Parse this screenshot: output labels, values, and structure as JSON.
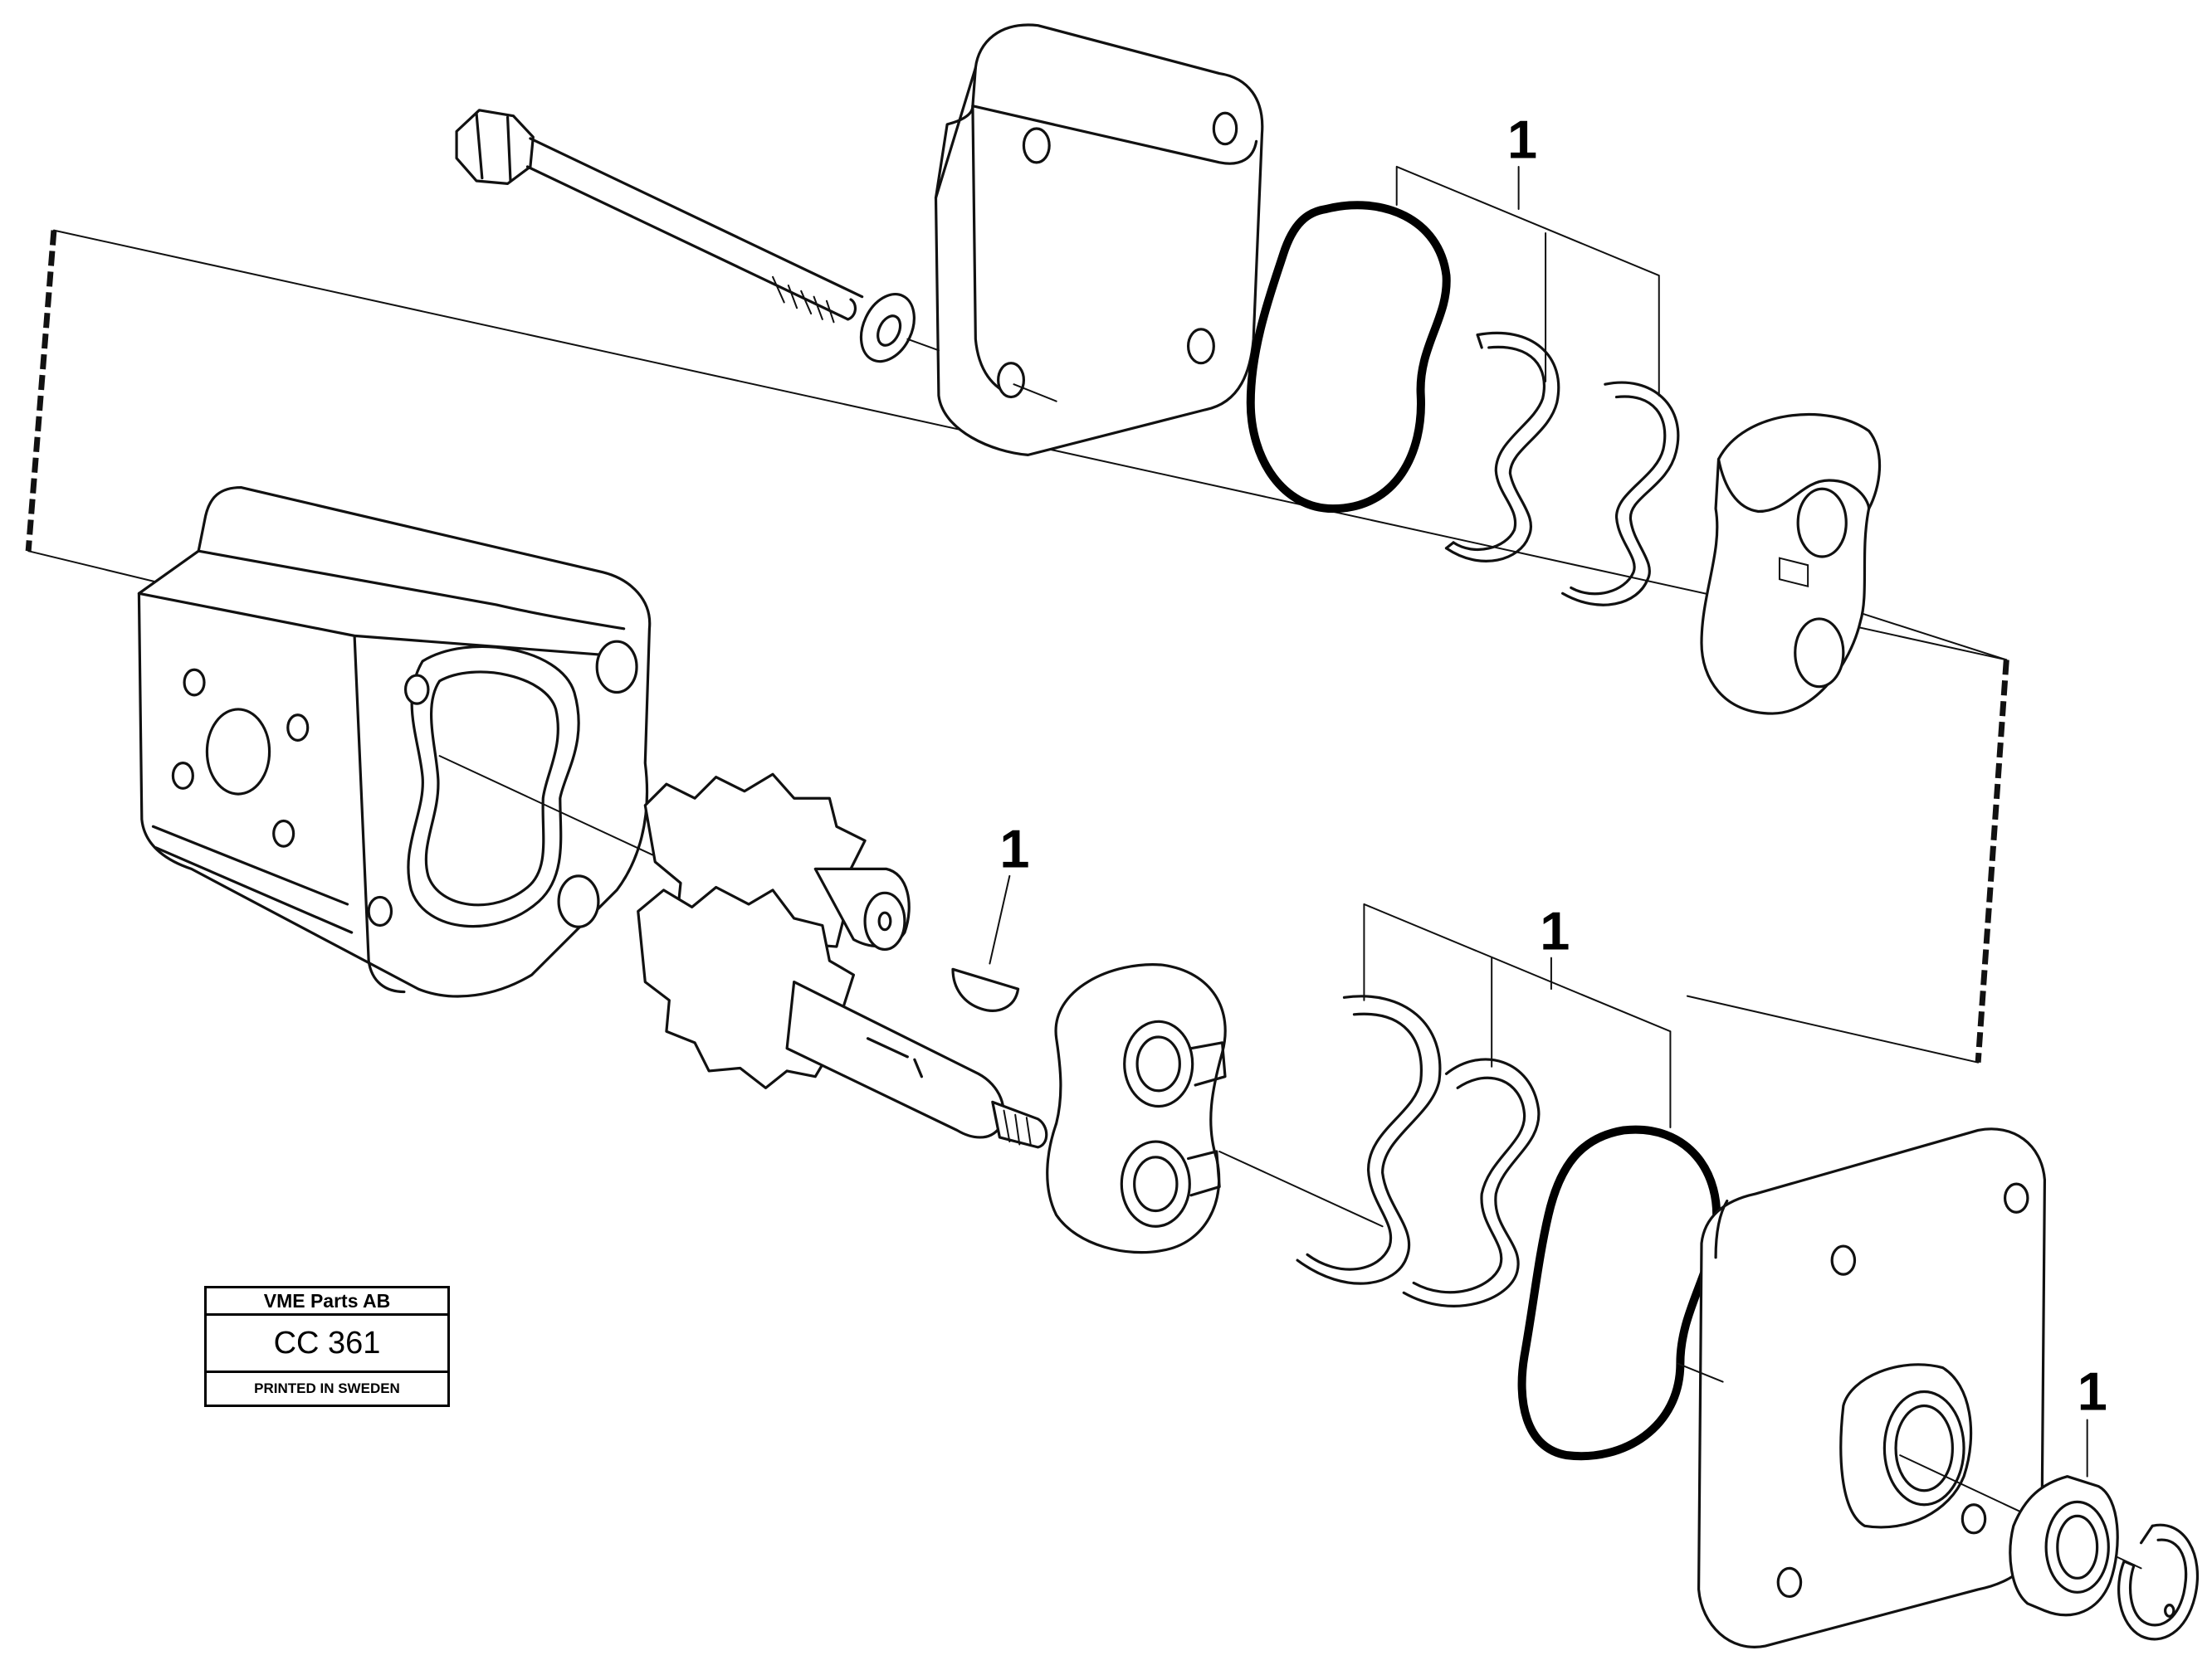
{
  "stamp": {
    "company": "VME Parts AB",
    "code": "CC 361",
    "printed": "PRINTED IN SWEDEN"
  },
  "callouts": {
    "seal_kit_top": "1",
    "key": "1",
    "seal_kit_bottom": "1",
    "shaft_seal": "1"
  },
  "parts": [
    "bolt-icon",
    "washer-icon",
    "rear-cover-icon",
    "o-ring-icon",
    "backup-ring-icon",
    "bearing-block-icon",
    "pump-housing-icon",
    "drive-gear-icon",
    "driven-gear-icon",
    "woodruff-key-icon",
    "front-cover-icon",
    "shaft-seal-icon",
    "circlip-icon"
  ]
}
